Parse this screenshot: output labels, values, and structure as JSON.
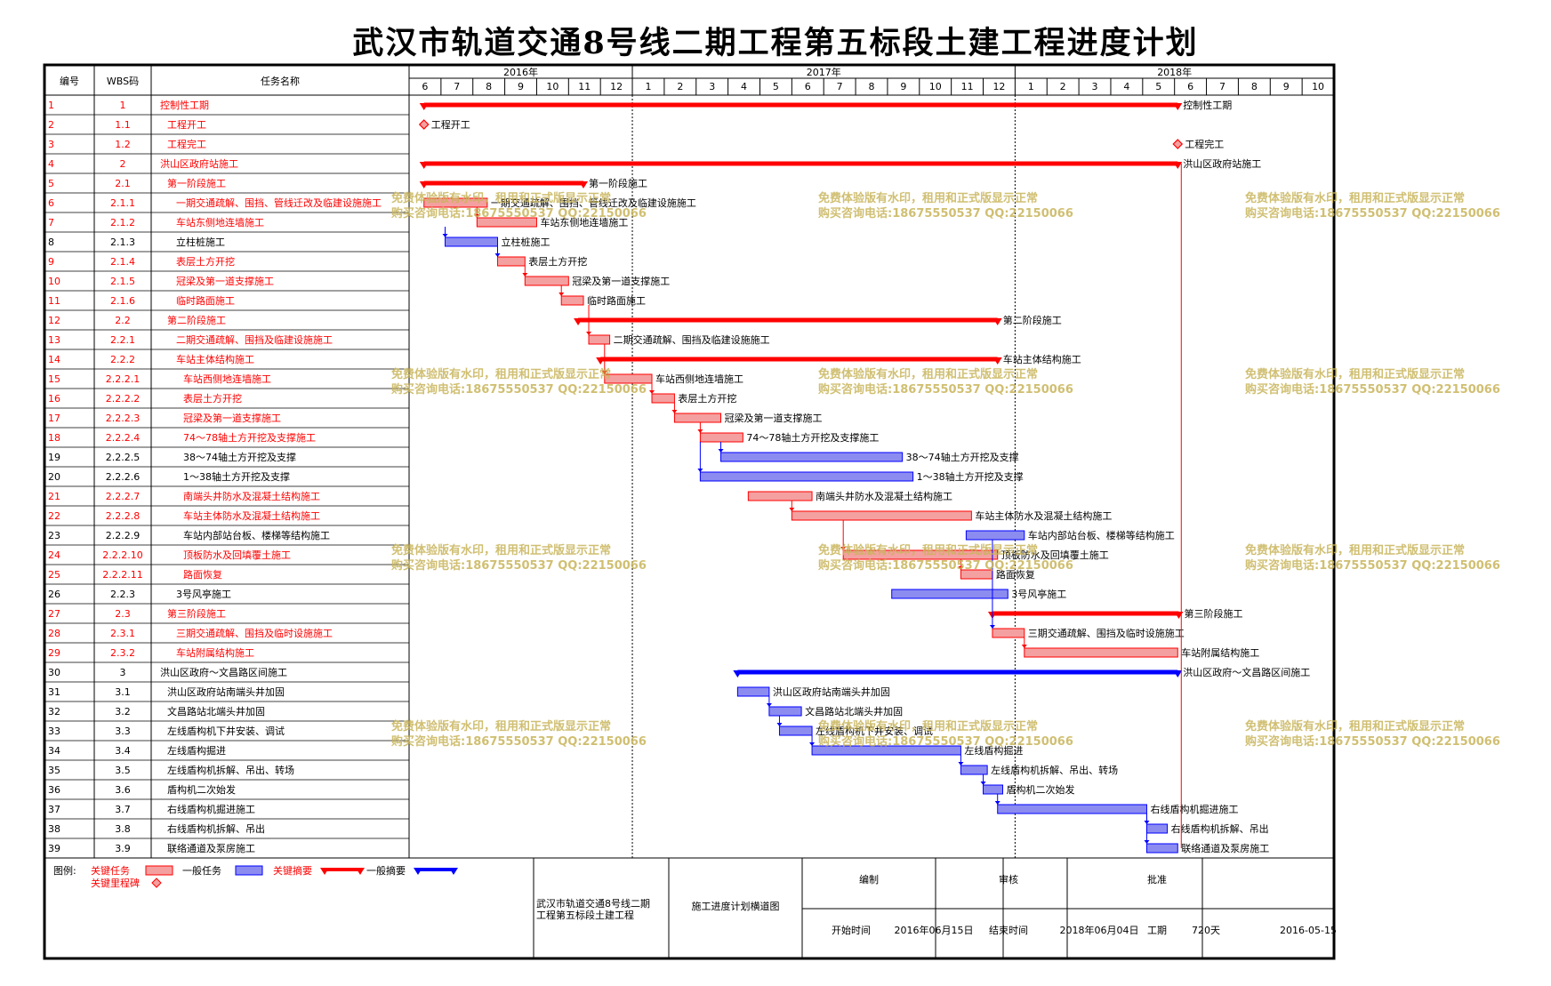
{
  "title": "武汉市轨道交通8号线二期工程第五标段土建工程进度计划",
  "headers": {
    "no": "编号",
    "wbs": "WBS码",
    "name": "任务名称"
  },
  "colors": {
    "critical": "#FF0000",
    "critical_fill": "#F4A0A0",
    "normal": "#0000FF",
    "normal_fill": "#8C8CF0",
    "border": "#000000"
  },
  "chart_data": {
    "type": "gantt",
    "time_axis": {
      "years": [
        {
          "label": "2016年",
          "months": [
            "6",
            "7",
            "8",
            "9",
            "10",
            "11",
            "12"
          ]
        },
        {
          "label": "2017年",
          "months": [
            "1",
            "2",
            "3",
            "4",
            "5",
            "6",
            "7",
            "8",
            "9",
            "10",
            "11",
            "12"
          ]
        },
        {
          "label": "2018年",
          "months": [
            "1",
            "2",
            "3",
            "4",
            "5",
            "6",
            "7",
            "8",
            "9",
            "10"
          ]
        }
      ],
      "start": "2016-06",
      "end": "2018-10"
    },
    "tasks": [
      {
        "no": "1",
        "wbs": "1",
        "name": "控制性工期",
        "level": 0,
        "kind": "crit-summary",
        "start": "2016-06-15",
        "end": "2018-06-04",
        "label": "控制性工期"
      },
      {
        "no": "2",
        "wbs": "1.1",
        "name": "工程开工",
        "level": 1,
        "kind": "crit-milestone",
        "start": "2016-06-15",
        "end": "2016-06-15",
        "label": "工程开工"
      },
      {
        "no": "3",
        "wbs": "1.2",
        "name": "工程完工",
        "level": 1,
        "kind": "crit-milestone",
        "start": "2018-06-04",
        "end": "2018-06-04",
        "label": "工程完工"
      },
      {
        "no": "4",
        "wbs": "2",
        "name": "洪山区政府站施工",
        "level": 0,
        "kind": "crit-summary",
        "start": "2016-06-15",
        "end": "2018-06-04",
        "label": "洪山区政府站施工"
      },
      {
        "no": "5",
        "wbs": "2.1",
        "name": "第一阶段施工",
        "level": 1,
        "kind": "crit-summary",
        "start": "2016-06-15",
        "end": "2016-11-15",
        "label": "第一阶段施工"
      },
      {
        "no": "6",
        "wbs": "2.1.1",
        "name": "一期交通疏解、围挡、管线迁改及临建设施施工",
        "level": 2,
        "kind": "crit-task",
        "start": "2016-06-15",
        "end": "2016-08-15",
        "label": "一期交通疏解、围挡、管线迁改及临建设施施工"
      },
      {
        "no": "7",
        "wbs": "2.1.2",
        "name": "车站东侧地连墙施工",
        "level": 2,
        "kind": "crit-task",
        "start": "2016-08-05",
        "end": "2016-10-01",
        "label": "车站东侧地连墙施工"
      },
      {
        "no": "8",
        "wbs": "2.1.3",
        "name": "立柱桩施工",
        "level": 2,
        "kind": "task",
        "start": "2016-07-05",
        "end": "2016-08-25",
        "label": "立柱桩施工"
      },
      {
        "no": "9",
        "wbs": "2.1.4",
        "name": "表层土方开挖",
        "level": 2,
        "kind": "crit-task",
        "start": "2016-08-25",
        "end": "2016-09-20",
        "label": "表层土方开挖"
      },
      {
        "no": "10",
        "wbs": "2.1.5",
        "name": "冠梁及第一道支撑施工",
        "level": 2,
        "kind": "crit-task",
        "start": "2016-09-20",
        "end": "2016-11-01",
        "label": "冠梁及第一道支撑施工"
      },
      {
        "no": "11",
        "wbs": "2.1.6",
        "name": "临时路面施工",
        "level": 2,
        "kind": "crit-task",
        "start": "2016-10-25",
        "end": "2016-11-15",
        "label": "临时路面施工"
      },
      {
        "no": "12",
        "wbs": "2.2",
        "name": "第二阶段施工",
        "level": 1,
        "kind": "crit-summary",
        "start": "2016-11-10",
        "end": "2017-12-15",
        "label": "第二阶段施工"
      },
      {
        "no": "13",
        "wbs": "2.2.1",
        "name": "二期交通疏解、围挡及临建设施施工",
        "level": 2,
        "kind": "crit-task",
        "start": "2016-11-20",
        "end": "2016-12-10",
        "label": "二期交通疏解、围挡及临建设施施工"
      },
      {
        "no": "14",
        "wbs": "2.2.2",
        "name": "车站主体结构施工",
        "level": 2,
        "kind": "crit-summary",
        "start": "2016-12-01",
        "end": "2017-12-15",
        "label": "车站主体结构施工"
      },
      {
        "no": "15",
        "wbs": "2.2.2.1",
        "name": "车站西侧地连墙施工",
        "level": 3,
        "kind": "crit-task",
        "start": "2016-12-05",
        "end": "2017-01-20",
        "label": "车站西侧地连墙施工"
      },
      {
        "no": "16",
        "wbs": "2.2.2.2",
        "name": "表层土方开挖",
        "level": 3,
        "kind": "crit-task",
        "start": "2017-01-20",
        "end": "2017-02-10",
        "label": "表层土方开挖"
      },
      {
        "no": "17",
        "wbs": "2.2.2.3",
        "name": "冠梁及第一道支撑施工",
        "level": 3,
        "kind": "crit-task",
        "start": "2017-02-10",
        "end": "2017-03-25",
        "label": "冠梁及第一道支撑施工"
      },
      {
        "no": "18",
        "wbs": "2.2.2.4",
        "name": "74～78轴土方开挖及支撑施工",
        "level": 3,
        "kind": "crit-task",
        "start": "2017-03-05",
        "end": "2017-04-15",
        "label": "74～78轴土方开挖及支撑施工"
      },
      {
        "no": "19",
        "wbs": "2.2.2.5",
        "name": "38～74轴土方开挖及支撑",
        "level": 3,
        "kind": "task",
        "start": "2017-03-25",
        "end": "2017-09-15",
        "label": "38～74轴土方开挖及支撑"
      },
      {
        "no": "20",
        "wbs": "2.2.2.6",
        "name": "1～38轴土方开挖及支撑",
        "level": 3,
        "kind": "task",
        "start": "2017-03-05",
        "end": "2017-09-25",
        "label": "1～38轴土方开挖及支撑"
      },
      {
        "no": "21",
        "wbs": "2.2.2.7",
        "name": "南端头井防水及混凝土结构施工",
        "level": 3,
        "kind": "crit-task",
        "start": "2017-04-20",
        "end": "2017-06-20",
        "label": "南端头井防水及混凝土结构施工"
      },
      {
        "no": "22",
        "wbs": "2.2.2.8",
        "name": "车站主体防水及混凝土结构施工",
        "level": 3,
        "kind": "crit-task",
        "start": "2017-06-01",
        "end": "2017-11-20",
        "label": "车站主体防水及混凝土结构施工"
      },
      {
        "no": "23",
        "wbs": "2.2.2.9",
        "name": "车站内部站台板、楼梯等结构施工",
        "level": 3,
        "kind": "task",
        "start": "2017-11-15",
        "end": "2018-01-10",
        "label": "车站内部站台板、楼梯等结构施工"
      },
      {
        "no": "24",
        "wbs": "2.2.2.10",
        "name": "顶板防水及回填覆土施工",
        "level": 3,
        "kind": "crit-task",
        "start": "2017-07-20",
        "end": "2017-12-15",
        "label": "顶板防水及回填覆土施工"
      },
      {
        "no": "25",
        "wbs": "2.2.2.11",
        "name": "路面恢复",
        "level": 3,
        "kind": "crit-task",
        "start": "2017-11-10",
        "end": "2017-12-10",
        "label": "路面恢复"
      },
      {
        "no": "26",
        "wbs": "2.2.3",
        "name": "3号风亭施工",
        "level": 2,
        "kind": "task",
        "start": "2017-09-05",
        "end": "2017-12-25",
        "label": "3号风亭施工"
      },
      {
        "no": "27",
        "wbs": "2.3",
        "name": "第三阶段施工",
        "level": 1,
        "kind": "crit-summary",
        "start": "2017-12-10",
        "end": "2018-06-05",
        "label": "第三阶段施工"
      },
      {
        "no": "28",
        "wbs": "2.3.1",
        "name": "三期交通疏解、围挡及临时设施施工",
        "level": 2,
        "kind": "crit-task",
        "start": "2017-12-10",
        "end": "2018-01-10",
        "label": "三期交通疏解、围挡及临时设施施工"
      },
      {
        "no": "29",
        "wbs": "2.3.2",
        "name": "车站附属结构施工",
        "level": 2,
        "kind": "crit-task",
        "start": "2018-01-10",
        "end": "2018-06-04",
        "label": "车站附属结构施工"
      },
      {
        "no": "30",
        "wbs": "3",
        "name": "洪山区政府～文昌路区间施工",
        "level": 0,
        "kind": "summary",
        "start": "2017-04-10",
        "end": "2018-06-04",
        "label": "洪山区政府～文昌路区间施工"
      },
      {
        "no": "31",
        "wbs": "3.1",
        "name": "洪山区政府站南端头井加固",
        "level": 1,
        "kind": "task",
        "start": "2017-04-10",
        "end": "2017-05-10",
        "label": "洪山区政府站南端头井加固"
      },
      {
        "no": "32",
        "wbs": "3.2",
        "name": "文昌路站北端头井加固",
        "level": 1,
        "kind": "task",
        "start": "2017-05-10",
        "end": "2017-06-10",
        "label": "文昌路站北端头井加固"
      },
      {
        "no": "33",
        "wbs": "3.3",
        "name": "左线盾构机下井安装、调试",
        "level": 1,
        "kind": "task",
        "start": "2017-05-20",
        "end": "2017-06-20",
        "label": "左线盾构机下井安装、调试"
      },
      {
        "no": "34",
        "wbs": "3.4",
        "name": "左线盾构掘进",
        "level": 1,
        "kind": "task",
        "start": "2017-06-20",
        "end": "2017-11-10",
        "label": "左线盾构掘进"
      },
      {
        "no": "35",
        "wbs": "3.5",
        "name": "左线盾构机拆解、吊出、转场",
        "level": 1,
        "kind": "task",
        "start": "2017-11-10",
        "end": "2017-12-05",
        "label": "左线盾构机拆解、吊出、转场"
      },
      {
        "no": "36",
        "wbs": "3.6",
        "name": "盾构机二次始发",
        "level": 1,
        "kind": "task",
        "start": "2017-12-01",
        "end": "2017-12-20",
        "label": "盾构机二次始发"
      },
      {
        "no": "37",
        "wbs": "3.7",
        "name": "右线盾构机掘进施工",
        "level": 1,
        "kind": "task",
        "start": "2017-12-15",
        "end": "2018-05-05",
        "label": "右线盾构机掘进施工"
      },
      {
        "no": "38",
        "wbs": "3.8",
        "name": "右线盾构机拆解、吊出",
        "level": 1,
        "kind": "task",
        "start": "2018-05-05",
        "end": "2018-05-25",
        "label": "右线盾构机拆解、吊出"
      },
      {
        "no": "39",
        "wbs": "3.9",
        "name": "联络通道及泵房施工",
        "level": 1,
        "kind": "task",
        "start": "2018-05-05",
        "end": "2018-06-04",
        "label": "联络通道及泵房施工"
      }
    ]
  },
  "watermark": {
    "line1": "免费体验版有水印，租用和正式版显示正常",
    "line2": "购买咨询电话:18675550537 QQ:22150066"
  },
  "legend": {
    "title": "图例:",
    "critical_task": "关键任务",
    "critical_milestone": "关键里程碑",
    "normal_task": "一般任务",
    "critical_summary": "关键摘要",
    "normal_summary": "一般摘要"
  },
  "footer": {
    "project": "武汉市轨道交通8号线二期工程第五标段土建工程",
    "chart_name": "施工进度计划横道图",
    "prepared": "编制",
    "reviewed": "审核",
    "approved": "批准",
    "start_label": "开始时间",
    "start_value": "2016年06月15日",
    "end_label": "结束时间",
    "end_value": "2018年06月04日",
    "duration_label": "工期",
    "duration_value": "720天",
    "date": "2016-05-15"
  }
}
